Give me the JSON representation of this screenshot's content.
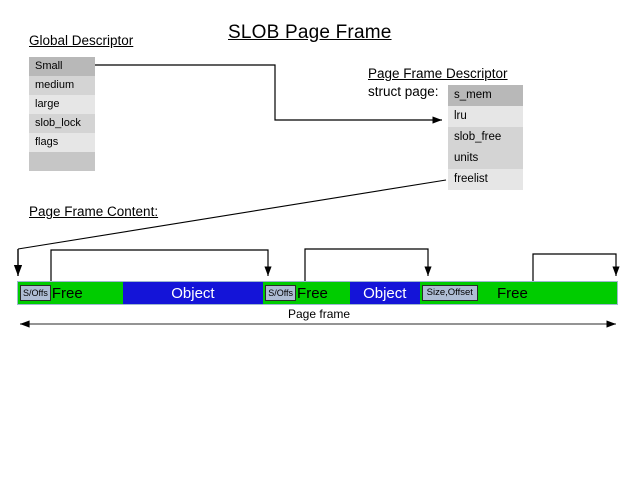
{
  "title": "SLOB Page Frame",
  "global_descriptor": {
    "heading": "Global Descriptor",
    "rows": [
      {
        "label": "Small",
        "shade": "dark"
      },
      {
        "label": "medium",
        "shade": "mid"
      },
      {
        "label": "large",
        "shade": "light"
      },
      {
        "label": "slob_lock",
        "shade": "mid"
      },
      {
        "label": "flags",
        "shade": "light"
      },
      {
        "label": "",
        "shade": "empty"
      }
    ]
  },
  "page_frame_descriptor": {
    "heading": "Page Frame Descriptor",
    "subheading": "struct page:",
    "rows": [
      {
        "label": "s_mem",
        "shade": "dark"
      },
      {
        "label": "lru",
        "shade": "light"
      },
      {
        "label": "slob_free",
        "shade": "mid"
      },
      {
        "label": "units",
        "shade": "mid"
      },
      {
        "label": "freelist",
        "shade": "light"
      }
    ]
  },
  "page_frame_content": {
    "heading": "Page Frame Content:",
    "span_label": "Page frame",
    "segments": [
      {
        "kind": "free",
        "header": "S/Offs",
        "label": "Free",
        "width": 105
      },
      {
        "kind": "object",
        "header": "",
        "label": "Object",
        "width": 141
      },
      {
        "kind": "free",
        "header": "S/Offs",
        "label": "Free",
        "width": 87
      },
      {
        "kind": "object",
        "header": "",
        "label": "Object",
        "width": 70
      },
      {
        "kind": "free",
        "header": "Size,Offset",
        "label": "Free",
        "width": 198
      }
    ]
  },
  "colors": {
    "free": "#00cc00",
    "object": "#1414d8",
    "header_box": "#aebdd4",
    "row_dark": "#b8b8b8",
    "row_mid": "#d4d4d4",
    "row_light": "#e6e6e6",
    "row_empty": "#c6c6c6",
    "line": "#000000"
  }
}
